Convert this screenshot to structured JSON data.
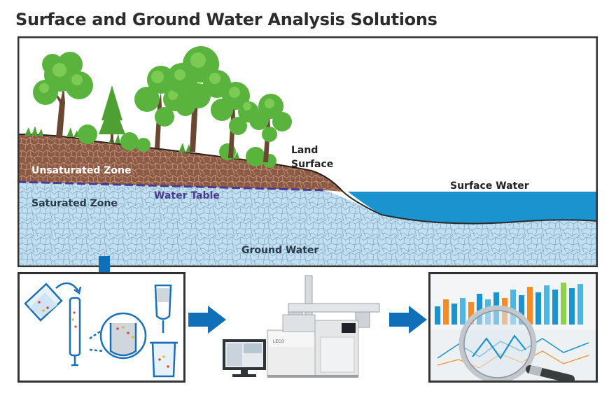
{
  "title": "Surface and Ground Water Analysis Solutions",
  "labels": {
    "land_surface_line1": "Land",
    "land_surface_line2": "Surface",
    "unsaturated_zone": "Unsaturated Zone",
    "saturated_zone": "Saturated Zone",
    "water_table": "Water Table",
    "surface_water": "Surface Water",
    "ground_water": "Ground Water"
  },
  "instrument_logo": "LECO",
  "colors": {
    "soil": "#8d5a44",
    "water": "#1b93cf",
    "ground_water": "#bfe0f3",
    "water_table_line": "#4a3a92",
    "arrow": "#0f6fb8",
    "foliage": "#5ab33d",
    "trunk": "#6b4630"
  },
  "icons": [
    "sample-prep-icon",
    "flow-arrow-icon",
    "instrument-icon",
    "data-analysis-icon"
  ]
}
